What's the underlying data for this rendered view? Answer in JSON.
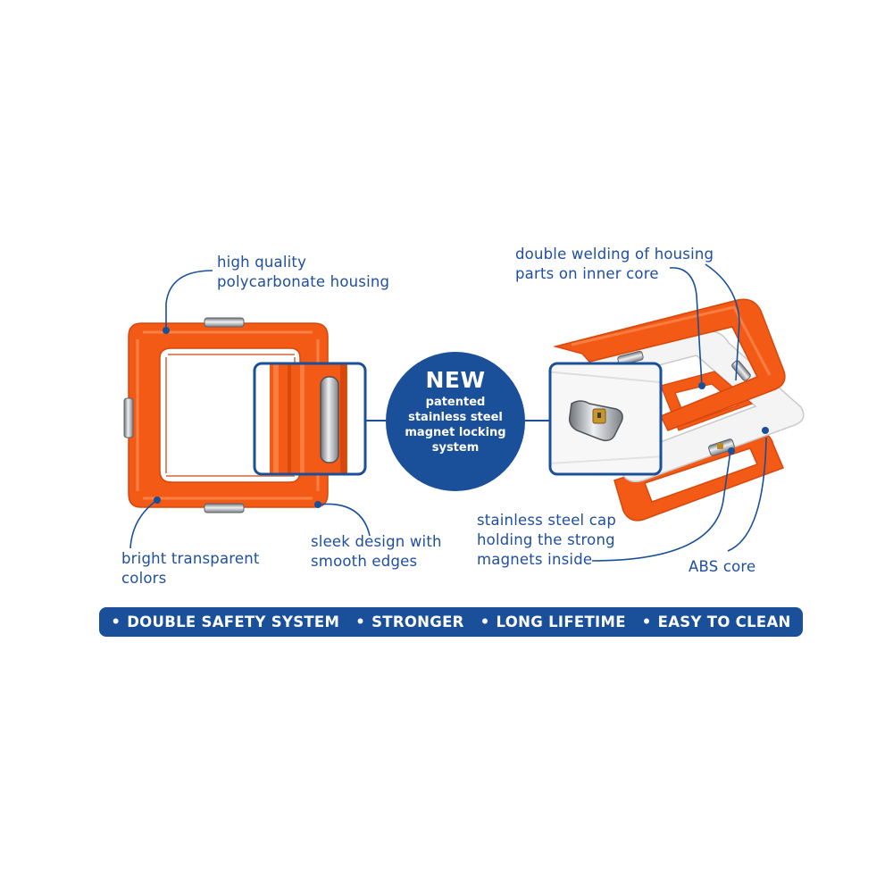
{
  "labels": {
    "housing": [
      "high quality",
      "polycarbonate housing"
    ],
    "colors": [
      "bright transparent",
      "colors"
    ],
    "edges": [
      "sleek design with",
      "smooth edges"
    ],
    "welding": [
      "double welding of housing",
      "parts on inner core"
    ],
    "cap": [
      "stainless steel cap",
      "holding the strong",
      "magnets inside"
    ],
    "core": "ABS core"
  },
  "badge": {
    "title": "NEW",
    "lines": [
      "patented",
      "stainless steel",
      "magnet locking",
      "system"
    ]
  },
  "banner": {
    "bullet": "•",
    "items": [
      "DOUBLE SAFETY SYSTEM",
      "STRONGER",
      "LONG LIFETIME",
      "EASY TO CLEAN"
    ]
  },
  "colors": {
    "accent_blue": "#1a4f9a",
    "housing_orange": "#f25a16",
    "core_white": "#f4f4f4",
    "steel": "#a7acb1"
  }
}
